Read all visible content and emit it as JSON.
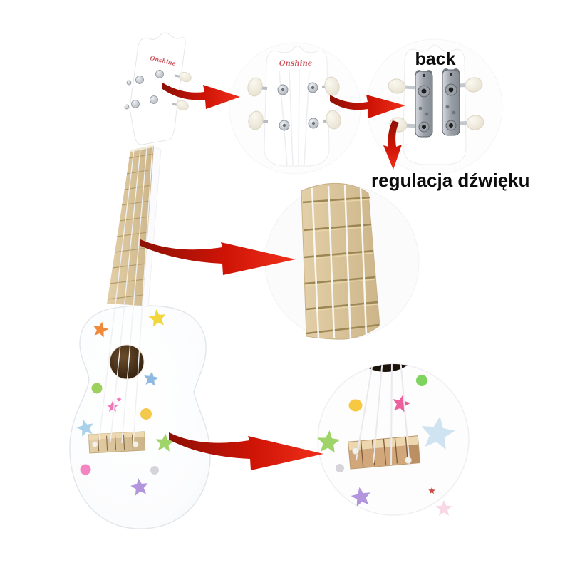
{
  "page": {
    "background": "#ffffff"
  },
  "brand": {
    "name": "Onshine",
    "logo_color": "#cf5a64"
  },
  "labels": {
    "back": "back",
    "sound_adjustment": "regulacja dźwięku"
  },
  "icons": {
    "arrow_icon": "red-curved-arrow"
  },
  "colors": {
    "arrow_dark": "#8e1005",
    "arrow_mid": "#cf1406",
    "arrow_bright": "#f0301b",
    "wood": "#e3cfa8",
    "wood_deep": "#cdb589",
    "wood_fret": "#9c8654",
    "sound_hole_light": "#6b4c2a",
    "sound_hole_dark": "#2a1a0c",
    "metal_light": "#eef0f3",
    "metal": "#a7adb5",
    "metal_dark": "#63686e",
    "button_light": "#faf8f1",
    "button_deep": "#e4ddc9",
    "body_edge": "#e3e7ec"
  },
  "star_colors": {
    "orange": "#f08a3a",
    "yellow": "#f2d63e",
    "blue": "#8fb9e2",
    "pink": "#f276bc",
    "green": "#9fd468",
    "light_blue": "#a9d2ea",
    "purple": "#b295dd",
    "yellow_dot": "#f4c84a",
    "pink_dot": "#f585c2",
    "gray_dot": "#d4d4da",
    "green_dot": "#9ed05e",
    "pale_blue": "#cfe3f0",
    "pink_bright": "#ee5f9d",
    "blue_bright": "#7fb7e5",
    "yellow_bright": "#f7c943",
    "green_bright": "#7ed45e",
    "red_small": "#c94b43",
    "pink_faint": "#f2b8cf"
  }
}
